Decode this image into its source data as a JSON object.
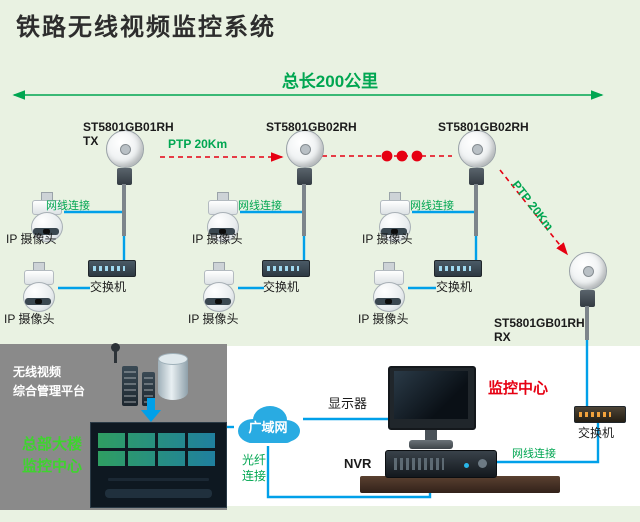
{
  "title": "铁路无线视频监控系统",
  "total_length": "总长200公里",
  "ptp1": "PTP 20Km",
  "ptp2": "PTP 20Km",
  "antennas": [
    {
      "model": "ST5801GB01RH",
      "mode": "TX"
    },
    {
      "model": "ST5801GB02RH",
      "mode": ""
    },
    {
      "model": "ST5801GB02RH",
      "mode": ""
    },
    {
      "model": "ST5801GB01RH",
      "mode": "RX"
    }
  ],
  "groups": [
    {
      "cable": "网线连接",
      "cam_top": "IP 摄像头",
      "cam_bottom": "IP 摄像头",
      "switch_label": "交换机"
    },
    {
      "cable": "网线连接",
      "cam_top": "IP 摄像头",
      "cam_bottom": "IP 摄像头",
      "switch_label": "交换机"
    },
    {
      "cable": "网线连接",
      "cam_top": "IP 摄像头",
      "cam_bottom": "IP 摄像头",
      "switch_label": "交换机"
    }
  ],
  "platform": {
    "line1": "无线视频",
    "line2": "综合管理平台"
  },
  "hq": {
    "line1": "总部大楼",
    "line2": "监控中心"
  },
  "wan": "广域网",
  "fiber": "光纤连接",
  "monitor_label": "显示器",
  "center_label": "监控中心",
  "right_switch_label": "交换机",
  "nvr_label": "NVR",
  "right_cable": "网线连接",
  "colors": {
    "bg_green": "#e9f2e2",
    "panel_grey": "#8a8a8a",
    "green": "#00a651",
    "lime": "#3fd32f",
    "red": "#e60012",
    "blue": "#00a0e9"
  }
}
